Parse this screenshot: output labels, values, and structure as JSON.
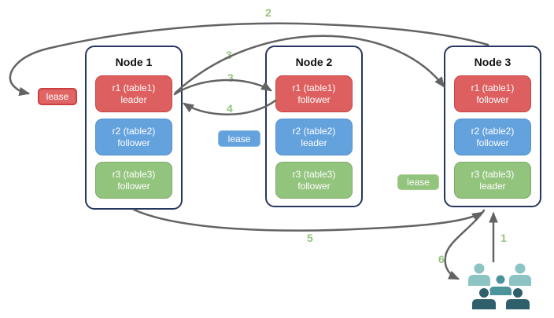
{
  "nodes": [
    {
      "title": "Node 1",
      "replicas": [
        {
          "label": "r1 (table1)",
          "role": "leader"
        },
        {
          "label": "r2 (table2)",
          "role": "follower"
        },
        {
          "label": "r3 (table3)",
          "role": "follower"
        }
      ]
    },
    {
      "title": "Node 2",
      "replicas": [
        {
          "label": "r1 (table1)",
          "role": "follower"
        },
        {
          "label": "r2 (table2)",
          "role": "leader"
        },
        {
          "label": "r3 (table3)",
          "role": "follower"
        }
      ]
    },
    {
      "title": "Node 3",
      "replicas": [
        {
          "label": "r1 (table1)",
          "role": "follower"
        },
        {
          "label": "r2 (table2)",
          "role": "follower"
        },
        {
          "label": "r3 (table3)",
          "role": "leader"
        }
      ]
    }
  ],
  "leases": {
    "table1": "lease",
    "table2": "lease",
    "table3": "lease"
  },
  "steps": {
    "step1": "1",
    "step2": "2",
    "step3a": "3",
    "step3b": "3",
    "step4": "4",
    "step5": "5",
    "step6": "6"
  },
  "icons": {
    "users": "users-icon"
  },
  "colors": {
    "replica_red": "#dd5f5f",
    "replica_red_border": "#c64545",
    "replica_blue": "#64a2de",
    "replica_blue_border": "#5391cd",
    "replica_green": "#93c47d",
    "replica_green_border": "#7dab64",
    "lease_red": "#e06666",
    "lease_blue": "#64a2de",
    "lease_green": "#93c47d",
    "node_border": "#24385f",
    "arrow": "#636363",
    "step_label": "#93c47d",
    "users_light": "#8cc3c3",
    "users_mid": "#4d939b",
    "users_dark": "#2e5f6b"
  }
}
